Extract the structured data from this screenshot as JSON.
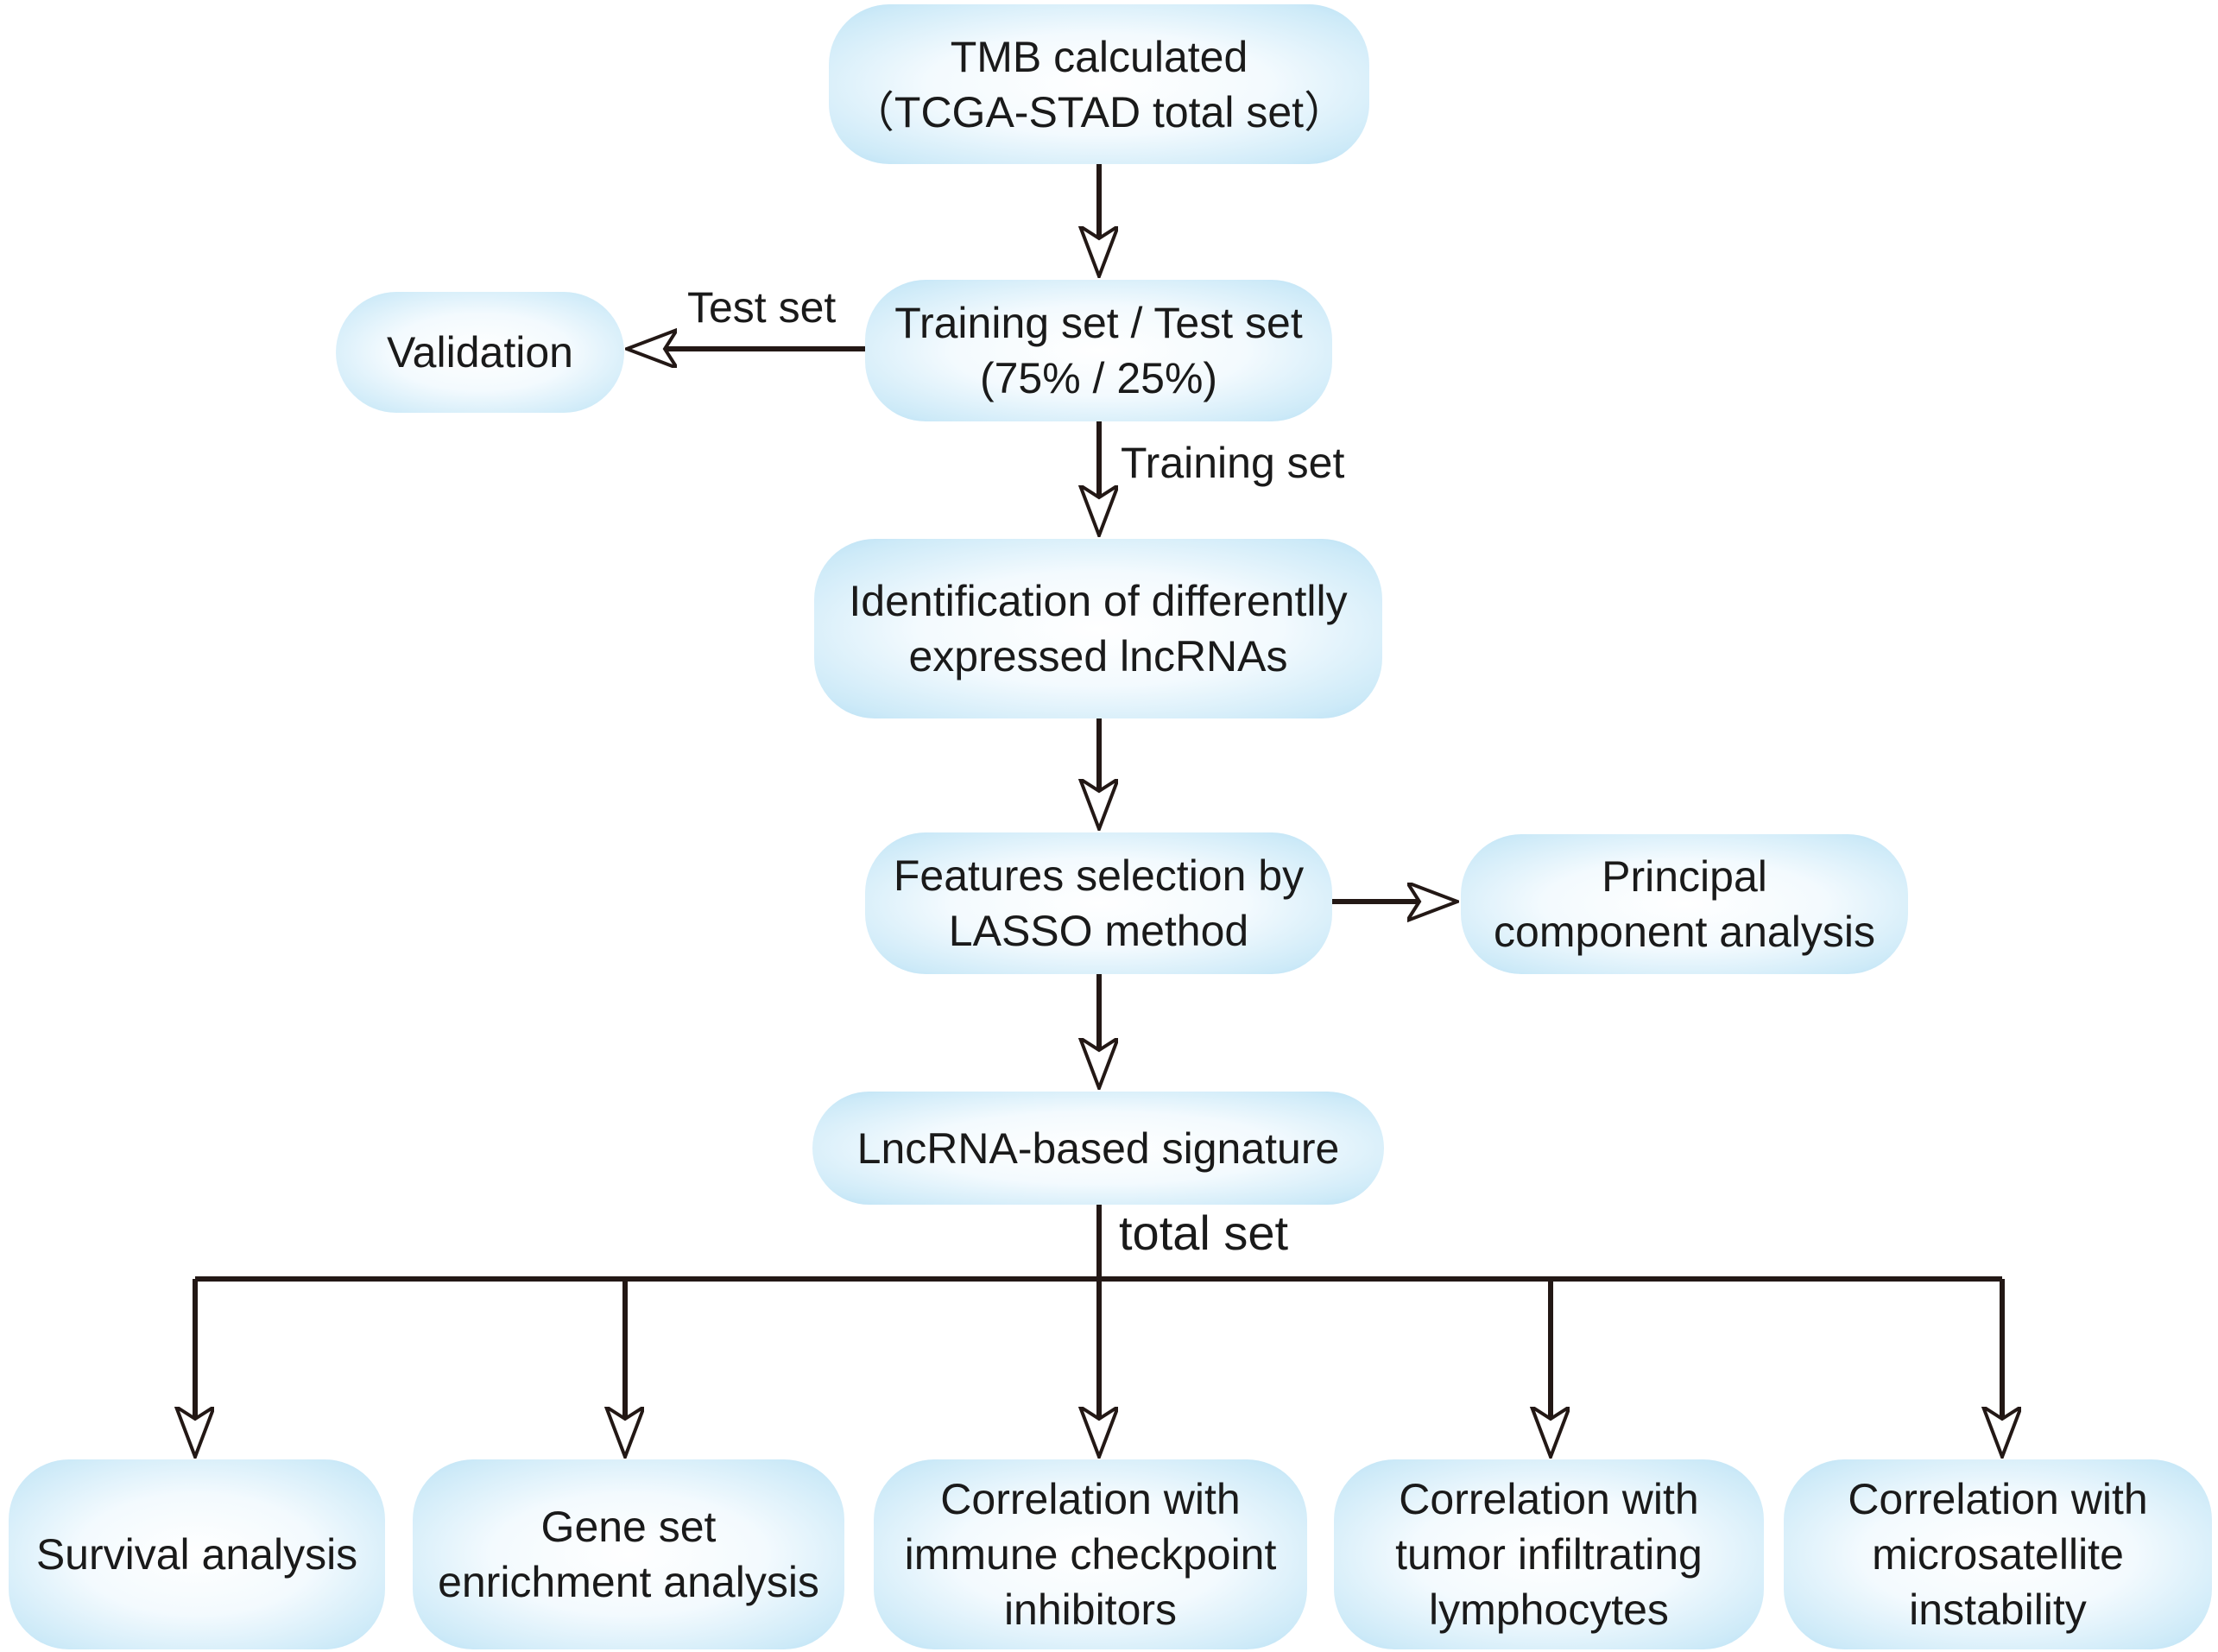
{
  "nodes": {
    "tmb": {
      "line1": "TMB calculated",
      "line2": "（TCGA-STAD total set）"
    },
    "split": {
      "line1": "Training set / Test set",
      "line2": "(75% / 25%)"
    },
    "validation": {
      "line1": "Validation"
    },
    "deg": {
      "line1": "Identification of differentlly",
      "line2": "expressed lncRNAs"
    },
    "lasso": {
      "line1": "Features selection by",
      "line2": "LASSO method"
    },
    "pca": {
      "line1": "Principal",
      "line2": "component analysis"
    },
    "signature": {
      "line1": "LncRNA-based signature"
    },
    "survival": {
      "line1": "Survival analysis"
    },
    "gsea": {
      "line1": "Gene set",
      "line2": "enrichment analysis"
    },
    "ici": {
      "line1": "Correlation with",
      "line2": "immune checkpoint",
      "line3": "inhibitors"
    },
    "til": {
      "line1": "Correlation with",
      "line2": "tumor infiltrating",
      "line3": "lymphocytes"
    },
    "msi": {
      "line1": "Correlation with",
      "line2": "microsatellite",
      "line3": "instability"
    }
  },
  "edge_labels": {
    "test_set": "Test set",
    "training_set": "Training set",
    "total_set": "total set"
  },
  "colors": {
    "box_fill_center": "#ffffff",
    "box_fill_edge": "#b9e0f4",
    "line": "#231815",
    "text": "#1a1a1a"
  }
}
